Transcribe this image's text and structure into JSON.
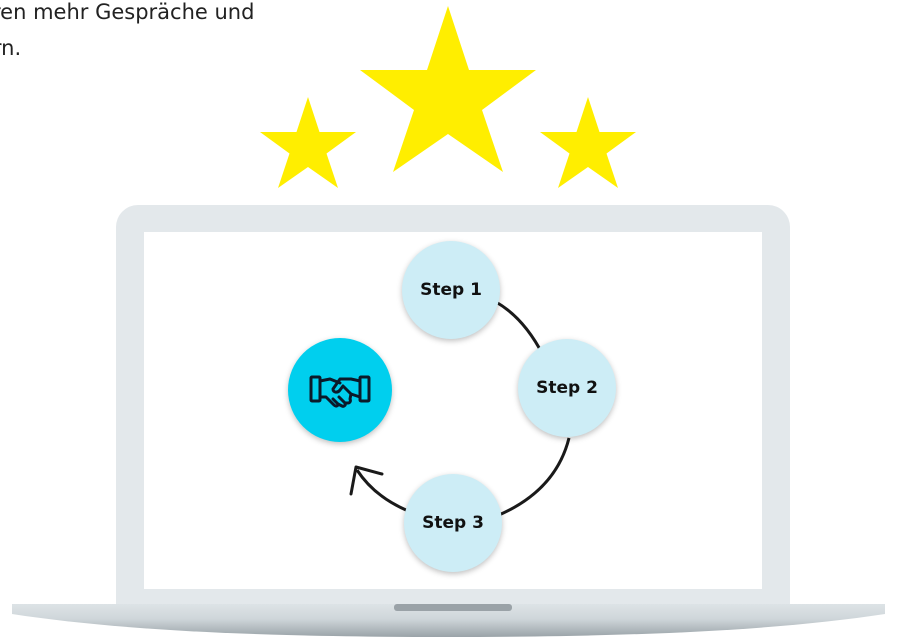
{
  "intro_text": {
    "line1": "ren mehr Gespräche und",
    "line2": "ern."
  },
  "rating": {
    "stars_shown": 3,
    "star_color": "#ffee00"
  },
  "cycle": {
    "steps": [
      {
        "label": "Step 1"
      },
      {
        "label": "Step 2"
      },
      {
        "label": "Step 3"
      }
    ],
    "center_icon": "handshake-icon",
    "center_color": "#00cfee",
    "step_color": "#cdedf6"
  },
  "device": {
    "type": "laptop",
    "frame_color": "#e3e8eb"
  }
}
